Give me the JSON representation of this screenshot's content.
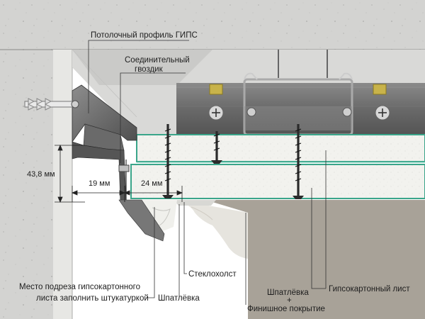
{
  "labels": {
    "ceiling_profile": "Потолочный профиль ГИПС",
    "connector_nail_1": "Соединительный",
    "connector_nail_2": "гвоздик",
    "dim_height": "43,8 мм",
    "dim_19": "19 мм",
    "dim_24": "24 мм",
    "fiberglass": "Стеклохолст",
    "putty": "Шпатлёвка",
    "undercut_1": "Место подреза гипсокартонного",
    "undercut_2": "листа заполнить штукатуркой",
    "finish_1": "Шпатлёвка",
    "finish_plus": "+",
    "finish_2": "Финишное покрытие",
    "drywall": "Гипсокартонный лист"
  },
  "colors": {
    "concrete": "#d4d4d2",
    "board_edge": "#3aa58a",
    "profile_metal": "#6b6b6b",
    "finish_coat": "#a8a298",
    "leader": "#333333"
  }
}
